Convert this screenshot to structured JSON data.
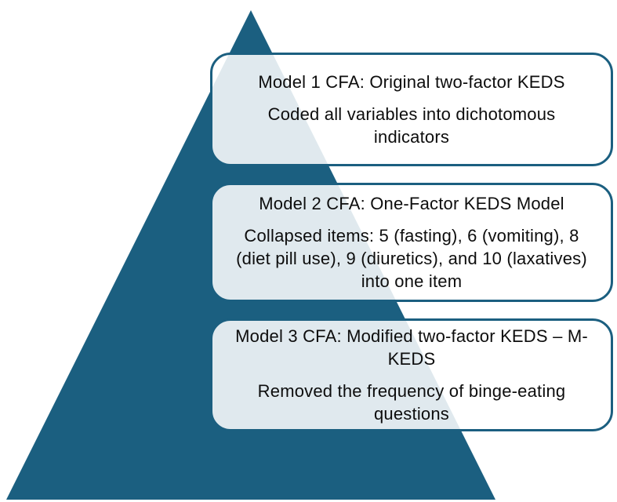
{
  "diagram": {
    "type": "pyramid-level-list",
    "colors": {
      "triangle": "#1B5F80",
      "box_border": "#1B5F80",
      "box_fill_over_triangle": "#E1E9EE",
      "box_fill_over_background": "#FFFFFF",
      "background": "#FFFFFF",
      "text": "#0D0D0D"
    },
    "levels": [
      {
        "title": "Model 1 CFA: Original two-factor KEDS",
        "body": "Coded all variables into dichotomous indicators"
      },
      {
        "title": "Model 2 CFA: One-Factor KEDS Model",
        "body": "Collapsed items: 5 (fasting), 6 (vomiting), 8 (diet pill use), 9 (diuretics), and 10 (laxatives)  into one item"
      },
      {
        "title": "Model 3 CFA: Modified two-factor KEDS – M-KEDS",
        "body": "Removed the frequency of binge-eating questions"
      }
    ]
  }
}
